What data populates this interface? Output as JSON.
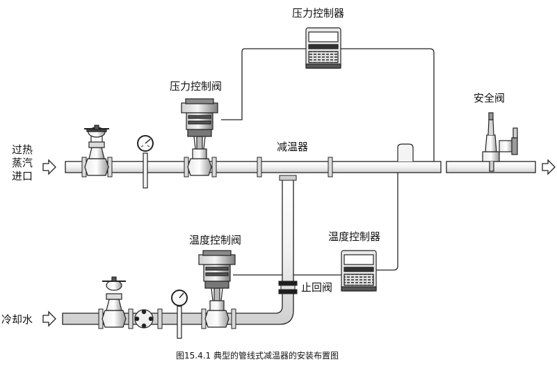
{
  "labels": {
    "pressure_controller": "压力控制器",
    "pressure_control_valve": "压力控制阀",
    "safety_valve": "安全阀",
    "desuperheater": "减温器",
    "steam_inlet_line1": "过热",
    "steam_inlet_line2": "蒸汽",
    "steam_inlet_line3": "进口",
    "temp_control_valve": "温度控制阀",
    "temp_controller": "温度控制器",
    "check_valve": "止回阀",
    "cooling_water": "冷却水"
  },
  "caption": "图15.4.1 典型的管线式减温器的安装布置图"
}
